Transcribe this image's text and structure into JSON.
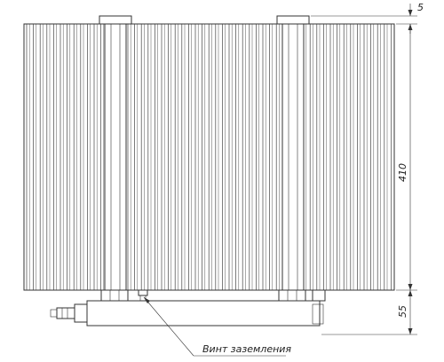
{
  "dimensions": {
    "top_gap": "5",
    "height": "410",
    "bottom": "55"
  },
  "callout": {
    "label": "Винт заземления"
  },
  "colors": {
    "line": "#333333",
    "background": "#ffffff"
  }
}
